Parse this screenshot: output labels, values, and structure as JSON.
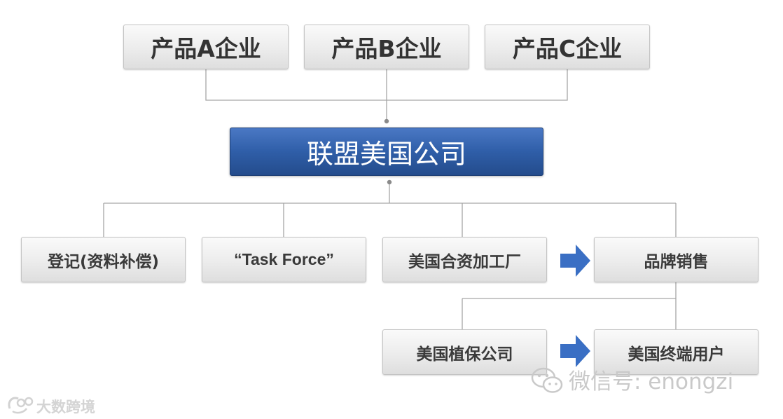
{
  "nodes": {
    "company_a": "产品A企业",
    "company_b": "产品B企业",
    "company_c": "产品C企业",
    "alliance": "联盟美国公司",
    "registration": "登记(资料补偿)",
    "task_force": "“Task Force”",
    "joint_venture": "美国合资加工厂",
    "brand_sales": "品牌销售",
    "crop_protection": "美国植保公司",
    "end_users": "美国终端用户"
  },
  "watermarks": {
    "wechat": "微信号: enongzi",
    "logo_text": "大数跨境"
  },
  "colors": {
    "main_box": "#2f5ea8",
    "arrow": "#3a6fc4",
    "connector": "#a6a6a6",
    "box_text": "#333333",
    "watermark": "#c9c9c9"
  }
}
